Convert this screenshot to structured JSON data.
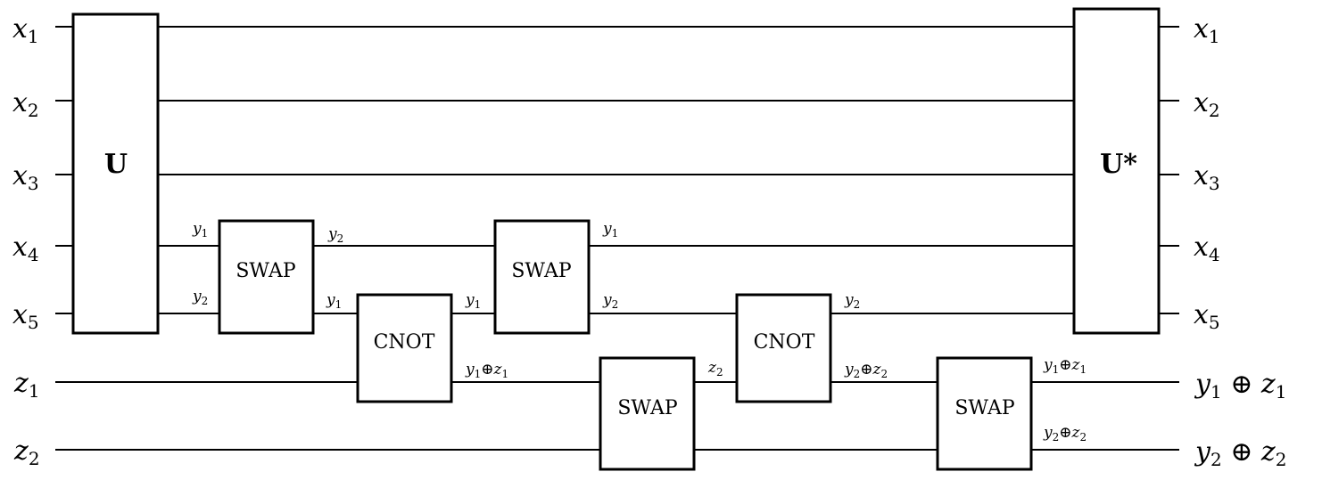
{
  "inputs": [
    "x1",
    "x2",
    "x3",
    "x4",
    "x5",
    "z1",
    "z2"
  ],
  "outputs": [
    "x1",
    "x2",
    "x3",
    "x4",
    "x5",
    "y1 ⊕ z1",
    "y2 ⊕ z2"
  ],
  "gates": {
    "u": "U",
    "u_dagger": "U*",
    "swap": "SWAP",
    "cnot": "CNOT"
  },
  "wire_labels": {
    "swap1_in_top": "y1",
    "swap1_in_bottom": "y2",
    "swap1_out_top": "y2",
    "swap1_out_bottom": "y1",
    "cnot1_out_top": "y1",
    "cnot1_out_bottom": "y1⊕z1",
    "swap2_out_top": "y1",
    "swap2_out_bottom": "y2",
    "swap3_out": "z2",
    "cnot2_out_top": "y2",
    "cnot2_out_bottom": "y2⊕z2",
    "swap4_out_top": "y1⊕z1",
    "swap4_out_bottom": "y2⊕z2"
  }
}
